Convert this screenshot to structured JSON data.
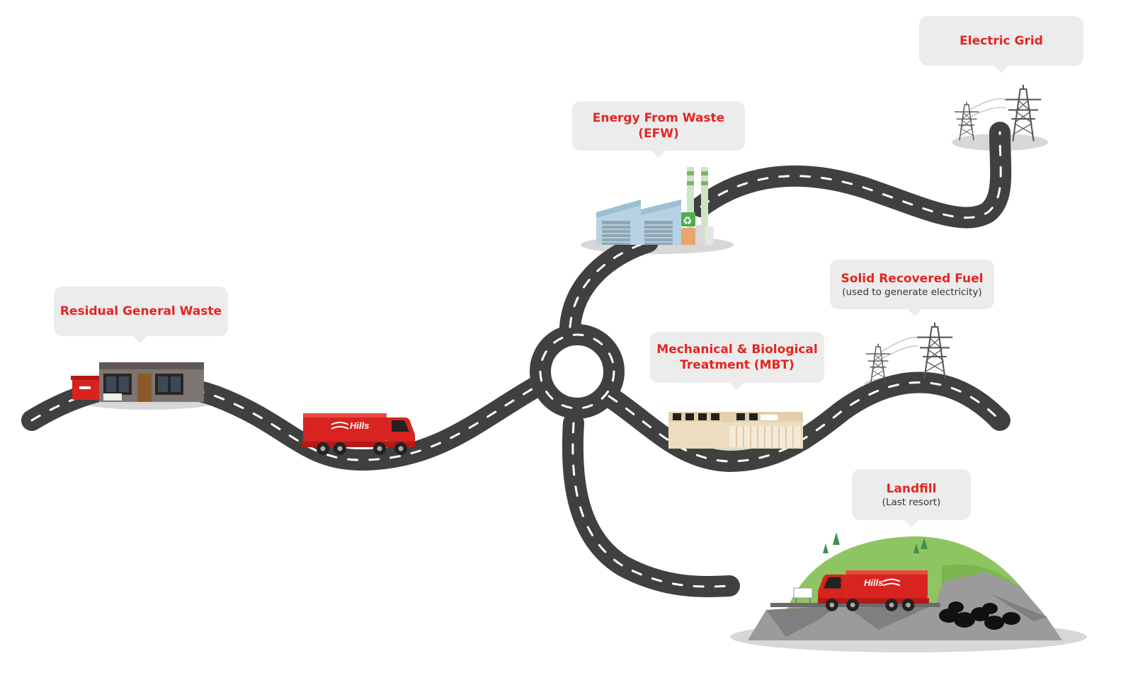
{
  "nodes": {
    "electric_grid": {
      "title": "Electric Grid"
    },
    "efw": {
      "title": "Energy From Waste (EFW)"
    },
    "srf": {
      "title": "Solid Recovered Fuel",
      "subtitle": "(used to generate electricity)"
    },
    "residual": {
      "title": "Residual General Waste"
    },
    "mbt": {
      "title_line1": "Mechanical & Biological",
      "title_line2": "Treatment (MBT)"
    },
    "landfill": {
      "title": "Landfill",
      "subtitle": "(Last resort)"
    }
  },
  "truck_brand": "Hills",
  "colors": {
    "accent": "#e52421",
    "road": "#404040",
    "bubble": "#ececec",
    "subtitle": "#333333"
  },
  "icons": [
    "waste-bin-icon",
    "house-icon",
    "garbage-truck-icon",
    "factory-icon",
    "recycle-icon",
    "pylon-icon",
    "mbt-building-icon",
    "landfill-hill-icon",
    "rubbish-bag-icon"
  ]
}
